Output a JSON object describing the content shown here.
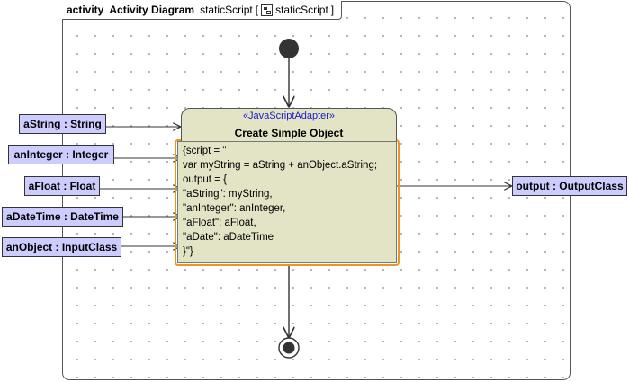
{
  "frame": {
    "kind": "activity",
    "name": "Activity Diagram",
    "subject": "staticScript",
    "bracket_open": "[",
    "subject_ref": "staticScript",
    "bracket_close": "]",
    "ref_icon": "activity-diagram-icon"
  },
  "action": {
    "stereotype": "«JavaScriptAdapter»",
    "name": "Create Simple Object",
    "script_lines": [
      "{script = \"",
      "var myString = aString + anObject.aString;",
      "output = {",
      "\"aString\": myString,",
      "\"anInteger\": anInteger,",
      "\"aFloat\": aFloat,",
      "\"aDate\": aDateTime",
      "}\"}"
    ]
  },
  "input_pins": [
    {
      "label": "aString : String"
    },
    {
      "label": "anInteger : Integer"
    },
    {
      "label": "aFloat : Float"
    },
    {
      "label": "aDateTime : DateTime"
    },
    {
      "label": "anObject : InputClass"
    }
  ],
  "output_pin": {
    "label": "output : OutputClass"
  },
  "nodes": {
    "initial": "initial-node",
    "final": "activity-final-node"
  },
  "colors": {
    "pin_fill": "#ccccff",
    "action_fill": "#e3e3c5",
    "stereotype_text": "#1a1acd",
    "selection_highlight": "#f0941e"
  }
}
